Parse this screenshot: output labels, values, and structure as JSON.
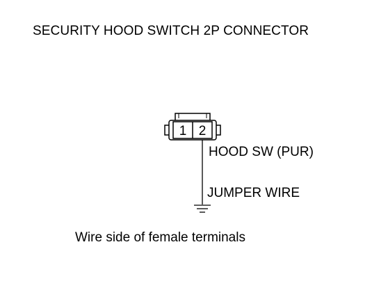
{
  "title": "SECURITY HOOD SWITCH 2P CONNECTOR",
  "connector": {
    "pins": [
      "1",
      "2"
    ]
  },
  "wires": {
    "hood_sw": "HOOD SW (PUR)",
    "jumper": "JUMPER WIRE"
  },
  "caption": "Wire side of female terminals",
  "icons": {
    "ground": "ground-symbol-icon"
  },
  "colors": {
    "line": "#000000",
    "background": "#ffffff"
  }
}
